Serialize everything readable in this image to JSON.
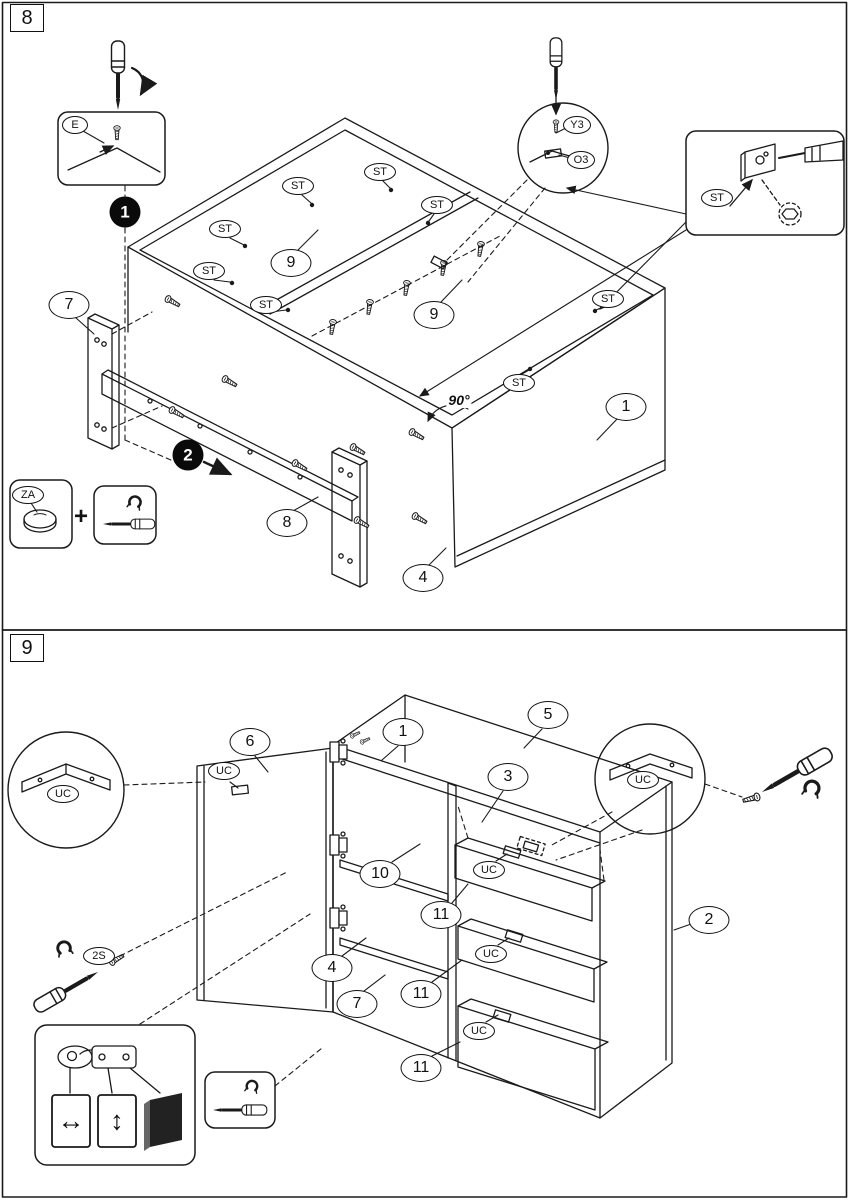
{
  "step8": {
    "number": "8",
    "action_1": "1",
    "action_2": "2",
    "fastener_e": "E",
    "fastener_za": "ZA",
    "plus_sign": "+",
    "angle": "90°",
    "detail_y3": "Y3",
    "detail_o3": "O3",
    "st_tool": "ST",
    "st": [
      "ST",
      "ST",
      "ST",
      "ST",
      "ST",
      "ST",
      "ST",
      "ST"
    ],
    "part_9_left": "9",
    "part_9_right": "9",
    "part_1": "1",
    "part_4": "4",
    "part_7": "7",
    "part_8": "8"
  },
  "step9": {
    "number": "9",
    "part_1": "1",
    "part_2": "2",
    "part_3": "3",
    "part_4": "4",
    "part_5": "5",
    "part_6": "6",
    "part_7": "7",
    "part_10": "10",
    "part_11_top": "11",
    "part_11_middle": "11",
    "part_11_bottom": "11",
    "uc_inset_left": "UC",
    "uc_door": "UC",
    "uc_drawer_top": "UC",
    "uc_drawer_middle": "UC",
    "uc_drawer_bottom": "UC",
    "uc_inset_right": "UC",
    "fastener_2s": "2S",
    "hinge_adjust_horizontal_icon": "↔",
    "hinge_adjust_vertical_icon": "↕"
  }
}
